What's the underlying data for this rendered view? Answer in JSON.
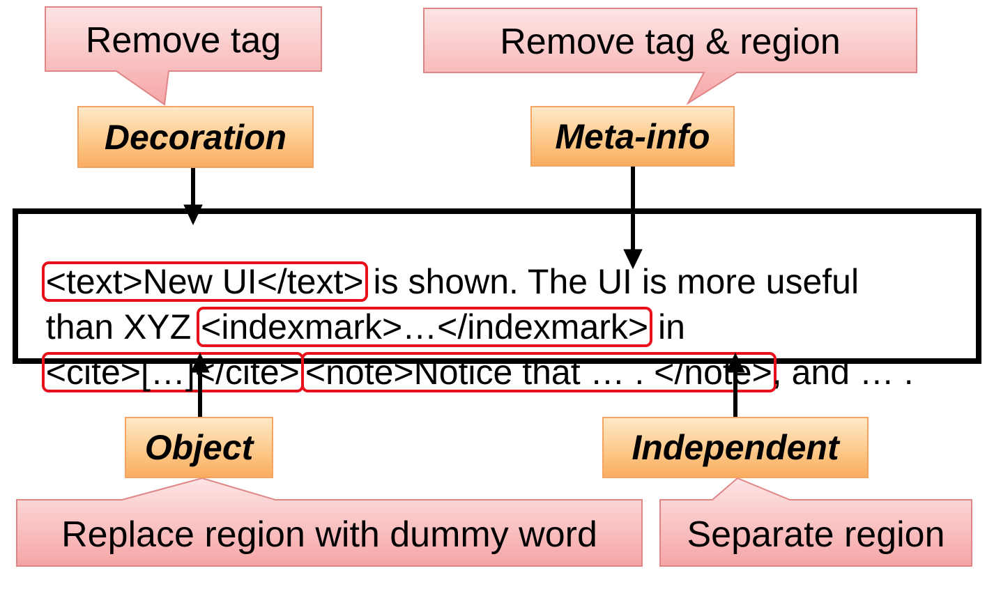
{
  "callouts": {
    "remove_tag": "Remove tag",
    "remove_tag_region": "Remove tag & region",
    "replace_region": "Replace region with dummy word",
    "separate_region": "Separate region"
  },
  "categories": {
    "decoration": "Decoration",
    "meta_info": "Meta-info",
    "object": "Object",
    "independent": "Independent"
  },
  "text_lines": {
    "line1": {
      "tag": "<text>New UI</text>",
      "rest": " is shown. The UI is more useful"
    },
    "line2": {
      "before": "than XYZ ",
      "tag": "<indexmark>…</indexmark>",
      "after": " in"
    },
    "line3": {
      "cite": "<cite>[…]</cite>",
      "note": "<note>Notice that … . </note>",
      "after": ", and … ."
    }
  },
  "colors": {
    "callout_fill_top": "#fde3e3",
    "callout_fill_bottom": "#f7a9aa",
    "callout_border": "#e08585",
    "category_fill": "#fdc98a",
    "highlight_border": "#e8101a"
  }
}
